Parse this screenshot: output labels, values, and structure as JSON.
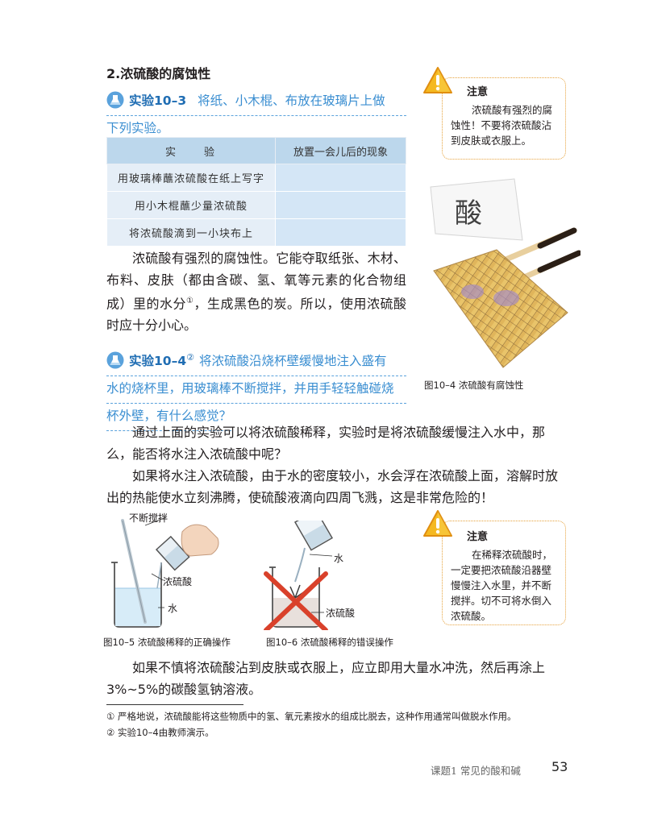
{
  "section_title": "2.浓硫酸的腐蚀性",
  "exp1": {
    "label": "实验10–3",
    "text_line1": "将纸、小木棍、布放在玻璃片上做",
    "text_line2": "下列实验。"
  },
  "table": {
    "headers": [
      "实　　验",
      "放置一会儿后的现象"
    ],
    "rows": [
      {
        "experiment": "用玻璃棒蘸浓硫酸在纸上写字",
        "result": ""
      },
      {
        "experiment": "用小木棍蘸少量浓硫酸",
        "result": ""
      },
      {
        "experiment": "将浓硫酸滴到一小块布上",
        "result": ""
      }
    ]
  },
  "para1": "浓硫酸有强烈的腐蚀性。它能夺取纸张、木材、布料、皮肤（都由含碳、氢、氧等元素的化合物组成）里的水分",
  "para1_fn": "①",
  "para1_tail": "，生成黑色的炭。所以，使用浓硫酸时应十分小心。",
  "exp2": {
    "label": "实验10–4",
    "fn": "②",
    "text_line1": "将浓硫酸沿烧杯壁缓慢地注入盛有",
    "text_line2": "水的烧杯里，用玻璃棒不断搅拌，并用手轻轻触碰烧",
    "text_line3": "杯外壁，有什么感觉？"
  },
  "note1": {
    "title": "注意",
    "text": "浓硫酸有强烈的腐蚀性！不要将浓硫酸沾到皮肤或衣服上。"
  },
  "fig4": {
    "char": "酸",
    "caption": "图10–4  浓硫酸有腐蚀性"
  },
  "para2": "通过上面的实验可以将浓硫酸稀释，实验时是将浓硫酸缓慢注入水中，那么，能否将水注入浓硫酸中呢？",
  "para3": "如果将水注入浓硫酸，由于水的密度较小，水会浮在浓硫酸上面，溶解时放出的热能使水立刻沸腾，使硫酸液滴向四周飞溅，这是非常危险的！",
  "fig5": {
    "label_stir": "不断搅拌",
    "label_acid": "浓硫酸",
    "label_water": "水",
    "caption": "图10–5  浓硫酸稀释的正确操作"
  },
  "fig6": {
    "label_water": "水",
    "label_acid": "浓硫酸",
    "caption": "图10–6  浓硫酸稀释的错误操作"
  },
  "note2": {
    "title": "注意",
    "text": "在稀释浓硫酸时，一定要把浓硫酸沿器壁慢慢注入水里，并不断搅拌。切不可将水倒入浓硫酸。"
  },
  "para4": "如果不慎将浓硫酸沾到皮肤或衣服上，应立即用大量水冲洗，然后再涂上3%~5%的碳酸氢钠溶液。",
  "footnotes": [
    "① 严格地说，浓硫酸能将这些物质中的氢、氧元素按水的组成比脱去，这种作用通常叫做脱水作用。",
    "② 实验10–4由教师演示。"
  ],
  "page_footer": "课题1  常见的酸和碱",
  "page_number": "53"
}
